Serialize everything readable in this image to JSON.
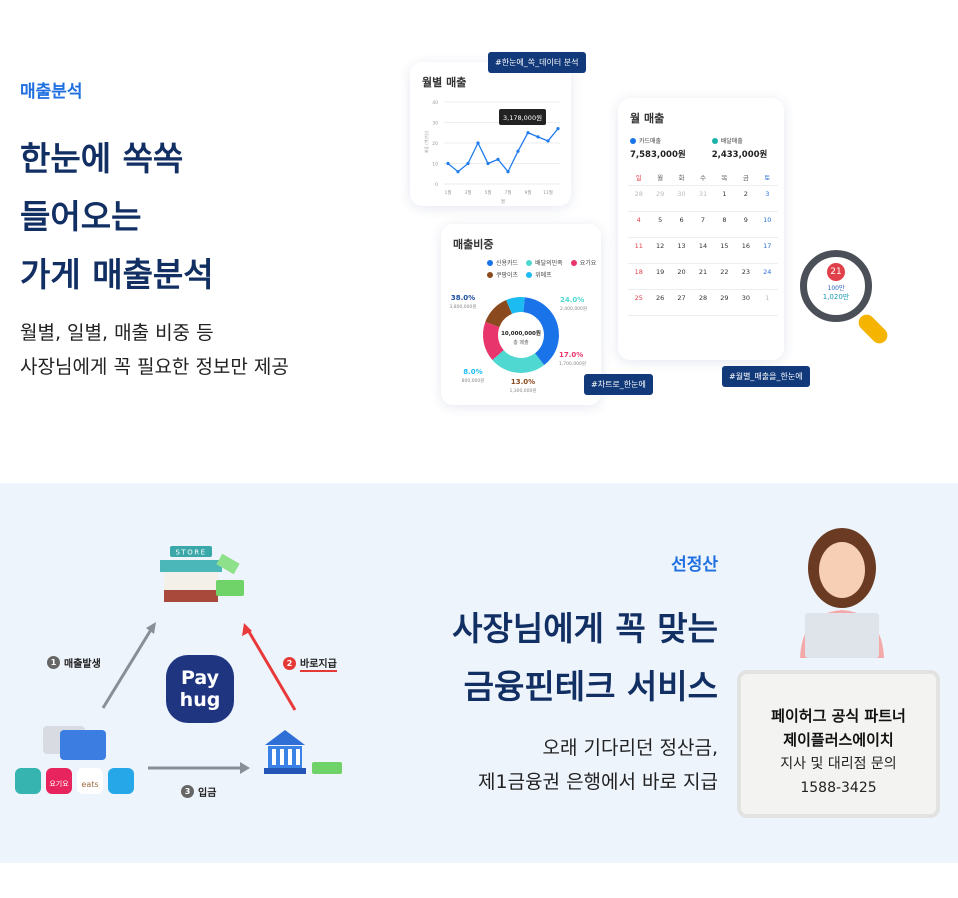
{
  "analysis": {
    "kicker": "매출분석",
    "headline": [
      "한눈에 쏙쏙",
      "들어오는",
      "가게 매출분석"
    ],
    "sub": [
      "월별, 일별, 매출 비중 등",
      "사장님에게 꼭 필요한 정보만 제공"
    ]
  },
  "tags": {
    "data": "#한눈에_쏙_데이터 분석",
    "monthly": "#월별_매출을_한눈에",
    "chart": "#차트로_한눈에"
  },
  "line_card": {
    "title": "월별 매출",
    "tooltip": "3,178,000원",
    "ylabel": "매출 (백만원)"
  },
  "chart_data": [
    {
      "type": "line",
      "title": "월별 매출",
      "xlabel": "월",
      "x_ticks": [
        "1월",
        "3월",
        "5월",
        "7월",
        "9월",
        "11월"
      ],
      "y_ticks": [
        0,
        10,
        20,
        30,
        40
      ],
      "ylim": [
        0,
        40
      ],
      "x": [
        1,
        2,
        3,
        4,
        5,
        6,
        7,
        8,
        9,
        10,
        11,
        12
      ],
      "values": [
        10,
        6,
        10,
        20,
        10,
        12,
        6,
        16,
        25,
        23,
        21,
        27
      ],
      "color": "#1f7bef"
    },
    {
      "type": "pie",
      "title": "매출비중",
      "center_value": "10,000,000원",
      "center_label": "총 매출",
      "slices": [
        {
          "name": "신용카드",
          "percent": 38.0,
          "label": "38.0%",
          "amount": "3,800,000원",
          "color": "#1a73e8"
        },
        {
          "name": "배달의민족",
          "percent": 24.0,
          "label": "24.0%",
          "amount": "2,400,000원",
          "color": "#4fd8d2"
        },
        {
          "name": "요기요",
          "percent": 17.0,
          "label": "17.0%",
          "amount": "1,700,000원",
          "color": "#e8366c"
        },
        {
          "name": "쿠팡이츠",
          "percent": 13.0,
          "label": "13.0%",
          "amount": "1,300,000원",
          "color": "#8a4a1e"
        },
        {
          "name": "위메프",
          "percent": 8.0,
          "label": "8.0%",
          "amount": "800,000원",
          "color": "#1cbcf2"
        }
      ]
    }
  ],
  "calendar": {
    "title": "월 매출",
    "card_label": "카드매출",
    "card_value": "7,583,000원",
    "delivery_label": "배달매출",
    "delivery_value": "2,433,000원",
    "weekdays": [
      "일",
      "월",
      "화",
      "수",
      "목",
      "금",
      "토"
    ],
    "rows": [
      [
        "28",
        "29",
        "30",
        "31",
        "1",
        "2",
        "3"
      ],
      [
        "4",
        "5",
        "6",
        "7",
        "8",
        "9",
        "10"
      ],
      [
        "11",
        "12",
        "13",
        "14",
        "15",
        "16",
        "17"
      ],
      [
        "18",
        "19",
        "20",
        "21",
        "22",
        "23",
        "24"
      ],
      [
        "25",
        "26",
        "27",
        "28",
        "29",
        "30",
        "1"
      ]
    ],
    "magnified_day": "21",
    "magnified_a": "100만",
    "magnified_b": "1,020만"
  },
  "settle": {
    "kicker": "선정산",
    "headline": [
      "사장님에게 꼭 맞는",
      "금융핀테크 서비스"
    ],
    "sub": [
      "오래 기다리던 정산금,",
      "제1금융권 은행에서 바로 지급"
    ]
  },
  "flow": {
    "logo": [
      "Pay",
      "hug"
    ],
    "store_sign": "STORE",
    "steps": [
      {
        "n": "1",
        "label": "매출발생"
      },
      {
        "n": "2",
        "label": "바로지급"
      },
      {
        "n": "3",
        "label": "입금"
      }
    ],
    "apps": [
      "요기요",
      "eats"
    ]
  },
  "partner": {
    "line1": "페이허그 공식 파트너",
    "line2": "제이플러스에이치",
    "line3": "지사 및 대리점 문의",
    "phone": "1588-3425"
  }
}
